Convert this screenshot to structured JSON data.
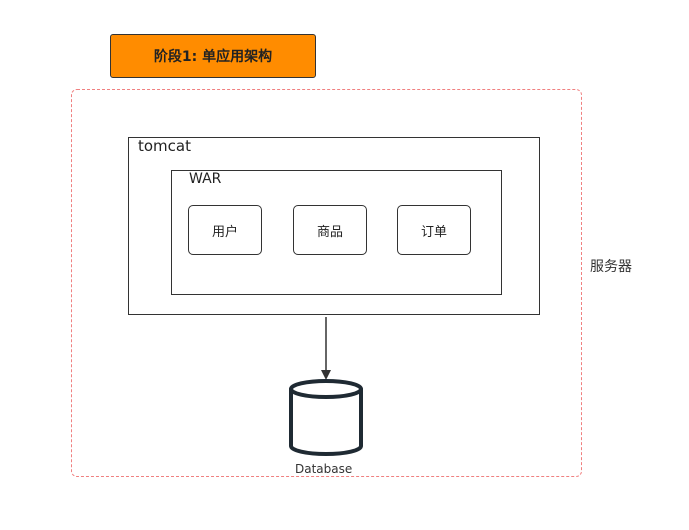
{
  "stage": {
    "title": "阶段1: 单应用架构"
  },
  "server": {
    "label": "服务器"
  },
  "tomcat": {
    "label": "tomcat"
  },
  "war": {
    "label": "WAR"
  },
  "modules": [
    {
      "label": "用户"
    },
    {
      "label": "商品"
    },
    {
      "label": "订单"
    }
  ],
  "database": {
    "label": "Database"
  },
  "colors": {
    "banner": "#FF8C00",
    "server_border": "#F08080",
    "stroke": "#333333"
  }
}
